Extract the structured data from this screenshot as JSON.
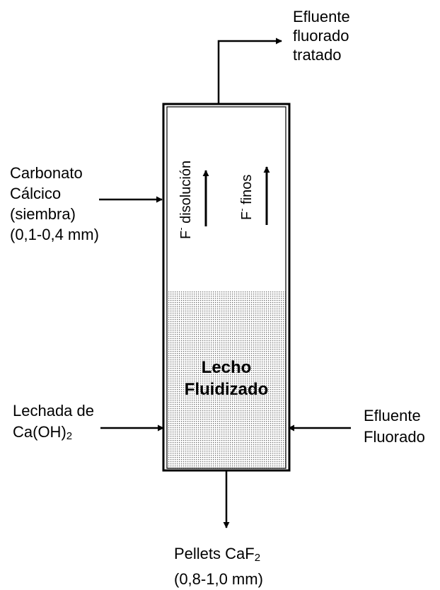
{
  "labels": {
    "effluent_out": [
      "Efluente",
      "fluorado",
      "tratado"
    ],
    "carbonate": [
      "Carbonato",
      "Cálcico",
      "(siembra)",
      "(0,1-0,4 mm)"
    ],
    "bed": [
      "Lecho",
      "Fluidizado"
    ],
    "lime": {
      "line1": "Lechada de",
      "line2_pre": "Ca(OH)",
      "line2_sub": "2"
    },
    "effluent_in": [
      "Efluente",
      "Fluorado"
    ],
    "pellets": {
      "line1_pre": "Pellets CaF",
      "line1_sub": "2",
      "line2": "(0,8-1,0 mm)"
    }
  },
  "flows": {
    "dissolution": {
      "prefix": "F",
      "sup": "-",
      "text": " disolución"
    },
    "fines": {
      "prefix": "F",
      "sup": "-",
      "text": " finos"
    }
  }
}
